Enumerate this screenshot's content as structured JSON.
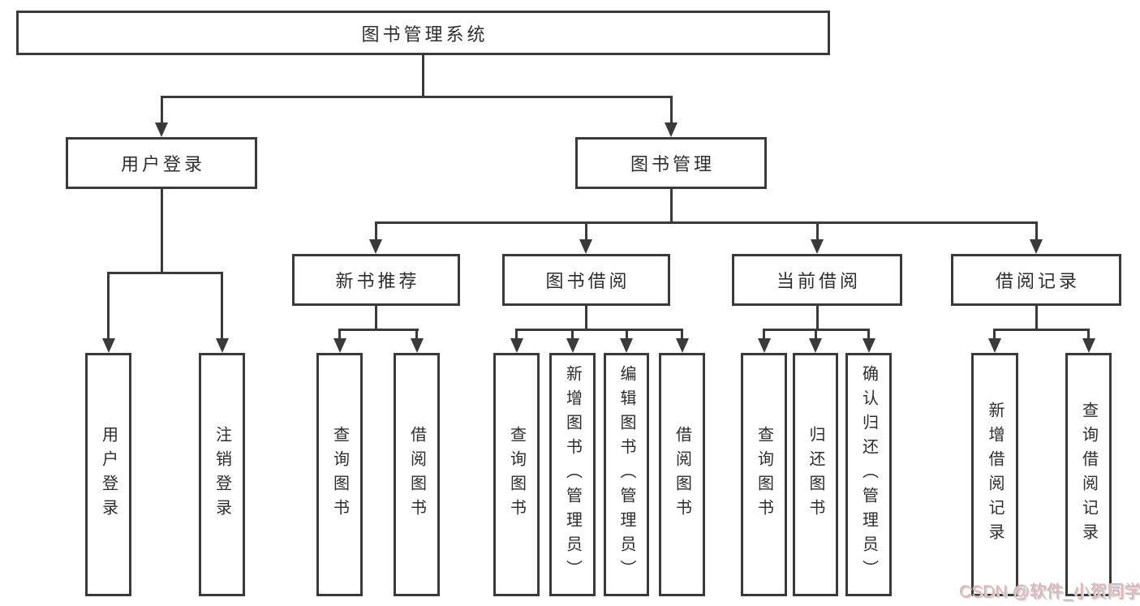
{
  "nodes": {
    "root": {
      "label": "图书管理系统"
    },
    "user_login": {
      "label": "用户登录"
    },
    "book_management": {
      "label": "图书管理"
    },
    "new_book_recommend": {
      "label": "新书推荐"
    },
    "book_borrowing": {
      "label": "图书借阅"
    },
    "current_borrowing": {
      "label": "当前借阅"
    },
    "borrowing_records": {
      "label": "借阅记录"
    },
    "leaf_user_login": {
      "label": "用户登录"
    },
    "leaf_logout": {
      "label": "注销登录"
    },
    "leaf_query_books_recommend": {
      "label": "查询图书"
    },
    "leaf_borrow_books_recommend": {
      "label": "借阅图书"
    },
    "leaf_query_books_borrowing": {
      "label": "查询图书"
    },
    "leaf_add_books_admin": {
      "label": "新增图书（管理员）"
    },
    "leaf_edit_books_admin": {
      "label": "编辑图书（管理员）"
    },
    "leaf_borrow_books_borrowing": {
      "label": "借阅图书"
    },
    "leaf_query_books_current": {
      "label": "查询图书"
    },
    "leaf_return_books": {
      "label": "归还图书"
    },
    "leaf_confirm_return_admin": {
      "label": "确认归还（管理员）"
    },
    "leaf_add_borrow_record": {
      "label": "新增借阅记录"
    },
    "leaf_query_borrow_record": {
      "label": "查询借阅记录"
    }
  },
  "watermark": "CSDN @软件_小贺同学",
  "colors": {
    "line": "#3a3a3a",
    "text": "#2d2d2d",
    "box_background": "#ffffff",
    "page_background": "#ffffff",
    "watermark_text": "#c9c9cd",
    "watermark_shadow": "#e8a7a7"
  }
}
